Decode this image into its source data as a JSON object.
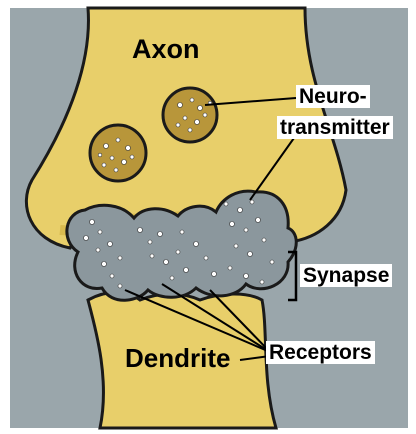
{
  "labels": {
    "axon": "Axon",
    "neurotransmitter_line1": "Neuro-",
    "neurotransmitter_line2": "transmitter",
    "synapse": "Synapse",
    "dendrite": "Dendrite",
    "receptors": "Receptors"
  },
  "colors": {
    "background": "#9aa6ab",
    "neuron": "#e8cf6a",
    "neuron_shade": "#cfae3e",
    "vesicle": "#b8963a",
    "synapse_gap": "#8b979d",
    "outline": "#1a1a1a"
  }
}
